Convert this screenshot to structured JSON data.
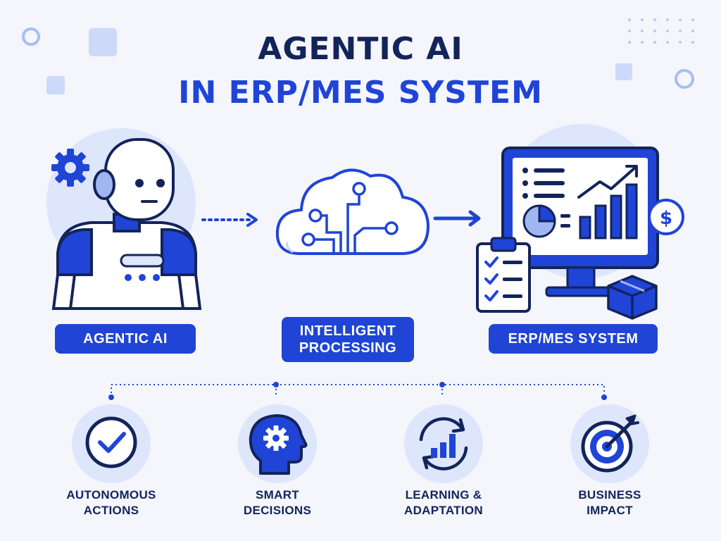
{
  "title": {
    "line1": "AGENTIC AI",
    "line2": "IN ERP/MES SYSTEM"
  },
  "flow": [
    {
      "label": "AGENTIC AI",
      "icon": "robot-icon"
    },
    {
      "label_lines": [
        "INTELLIGENT",
        "PROCESSING"
      ],
      "icon": "cloud-network-icon"
    },
    {
      "label": "ERP/MES SYSTEM",
      "icon": "computer-dashboard-icon"
    }
  ],
  "features": [
    {
      "lines": [
        "AUTONOMOUS",
        "ACTIONS"
      ],
      "icon": "check-circle-icon"
    },
    {
      "lines": [
        "SMART",
        "DECISIONS"
      ],
      "icon": "head-gear-icon"
    },
    {
      "lines": [
        "LEARNING &",
        "ADAPTATION"
      ],
      "icon": "cycle-chart-icon"
    },
    {
      "lines": [
        "BUSINESS",
        "IMPACT"
      ],
      "icon": "target-icon"
    }
  ],
  "colors": {
    "primary": "#1f44d6",
    "navy": "#13245a",
    "light": "#dde6fb",
    "background": "#f4f6fc"
  }
}
